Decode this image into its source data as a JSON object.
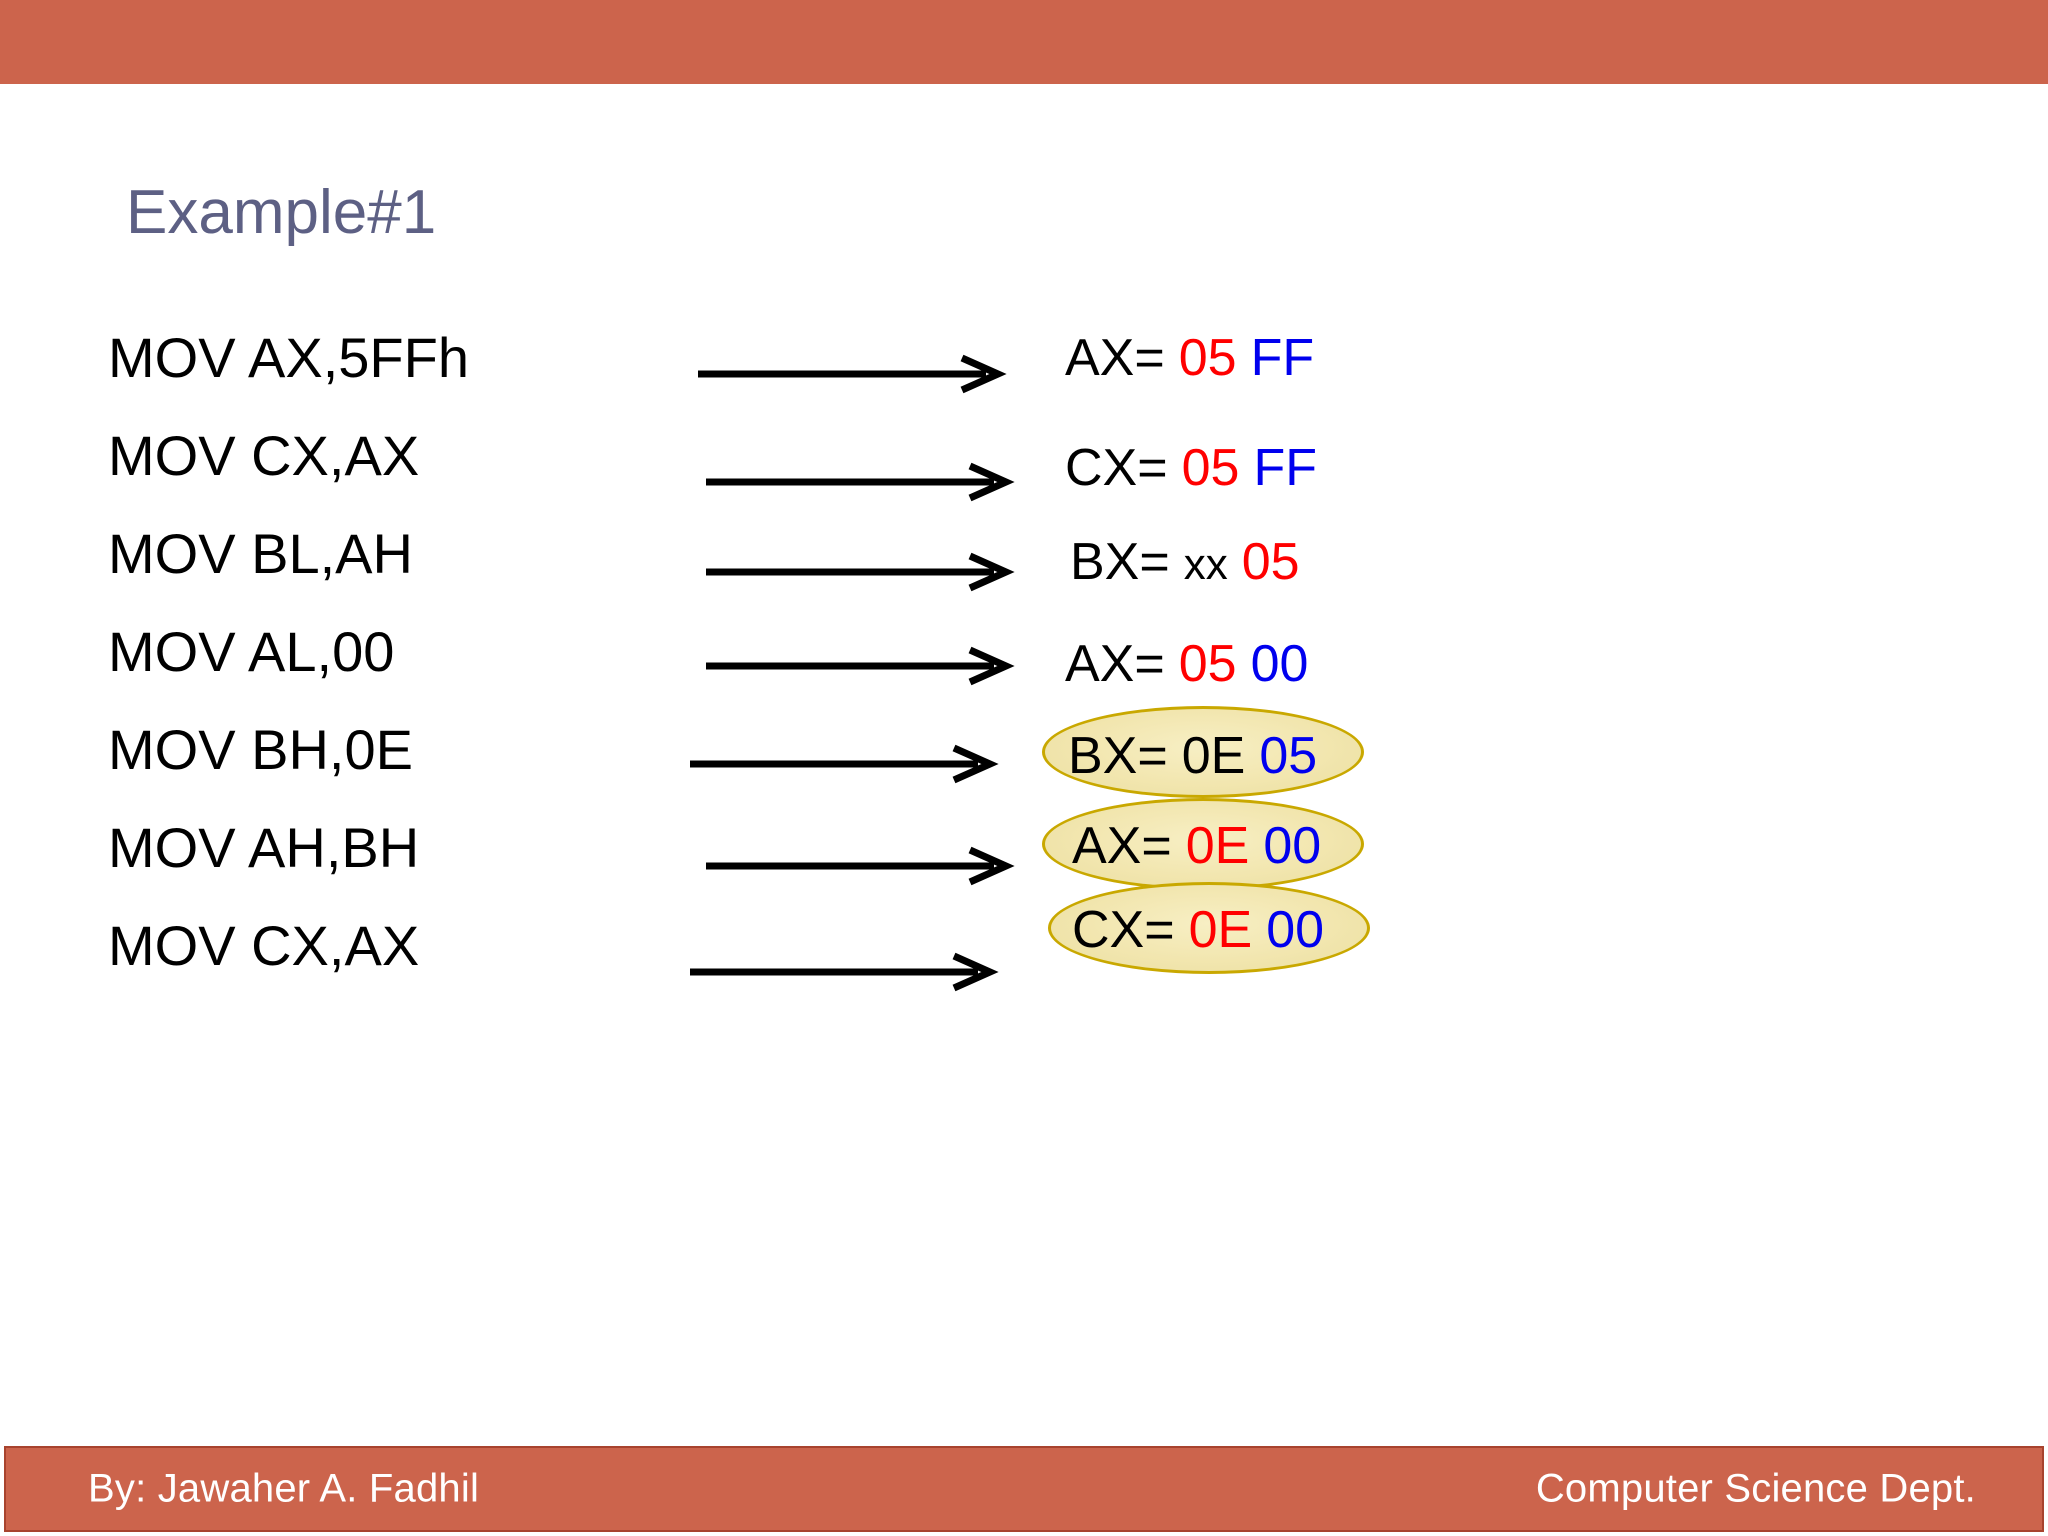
{
  "theme": {
    "bar_color": "#CC644C",
    "bar_border_color": "#A8432E",
    "title_color": "#5D6084",
    "text_color": "#000000",
    "accent_red": "#FF0000",
    "accent_blue": "#0000EE",
    "highlight_fill": "#F2E6AF",
    "highlight_border": "#C9A800",
    "page_background": "#FFFFFF"
  },
  "slide": {
    "title": "Example#1"
  },
  "rows": [
    {
      "instruction": "MOV AX,5FFh",
      "arrow": "right-arrow",
      "result": {
        "register": "AX=",
        "high": "05",
        "high_color": "red",
        "low": "FF",
        "low_color": "blue"
      },
      "highlighted": false
    },
    {
      "instruction": "MOV CX,AX",
      "arrow": "right-arrow",
      "result": {
        "register": "CX=",
        "high": "05",
        "high_color": "red",
        "low": "FF",
        "low_color": "blue"
      },
      "highlighted": false
    },
    {
      "instruction": "MOV BL,AH",
      "arrow": "right-arrow",
      "result": {
        "register": "BX=",
        "high": "xx",
        "high_color": "black",
        "low": "05",
        "low_color": "red"
      },
      "highlighted": false
    },
    {
      "instruction": "MOV AL,00",
      "arrow": "right-arrow",
      "result": {
        "register": "AX=",
        "high": "05",
        "high_color": "red",
        "low": "00",
        "low_color": "blue"
      },
      "highlighted": false
    },
    {
      "instruction": "MOV BH,0E",
      "arrow": "right-arrow",
      "result": {
        "register": "BX=",
        "high": "0E",
        "high_color": "black",
        "low": "05",
        "low_color": "blue"
      },
      "highlighted": true
    },
    {
      "instruction": "MOV AH,BH",
      "arrow": "right-arrow",
      "result": {
        "register": "AX=",
        "high": "0E",
        "high_color": "red",
        "low": "00",
        "low_color": "blue"
      },
      "highlighted": true
    },
    {
      "instruction": "MOV CX,AX",
      "arrow": "right-arrow",
      "result": {
        "register": "CX=",
        "high": "0E",
        "high_color": "red",
        "low": "00",
        "low_color": "blue"
      },
      "highlighted": true
    }
  ],
  "footer": {
    "left": "By: Jawaher A. Fadhil",
    "right": "Computer Science Dept."
  }
}
